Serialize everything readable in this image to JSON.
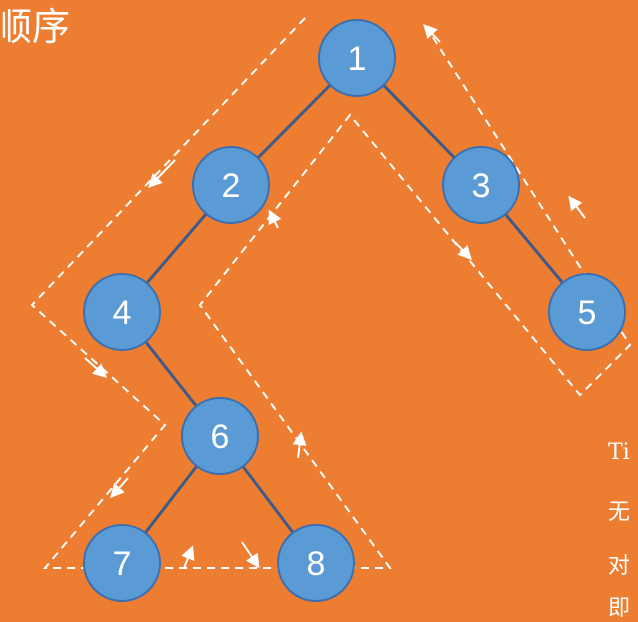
{
  "title": "顺序",
  "side_text": [
    "Ti",
    "无",
    "对",
    "即"
  ],
  "nodes": [
    {
      "id": "1",
      "label": "1"
    },
    {
      "id": "2",
      "label": "2"
    },
    {
      "id": "3",
      "label": "3"
    },
    {
      "id": "4",
      "label": "4"
    },
    {
      "id": "5",
      "label": "5"
    },
    {
      "id": "6",
      "label": "6"
    },
    {
      "id": "7",
      "label": "7"
    },
    {
      "id": "8",
      "label": "8"
    }
  ],
  "edges": [
    [
      "1",
      "2"
    ],
    [
      "1",
      "3"
    ],
    [
      "2",
      "4"
    ],
    [
      "3",
      "5"
    ],
    [
      "4",
      "6"
    ],
    [
      "6",
      "7"
    ],
    [
      "6",
      "8"
    ]
  ],
  "colors": {
    "background": "#ED7D31",
    "node_fill": "#5B9BD5",
    "node_stroke": "#3A6FB0",
    "edge": "#3F5A86",
    "traversal_path": "#FFFFFF"
  }
}
